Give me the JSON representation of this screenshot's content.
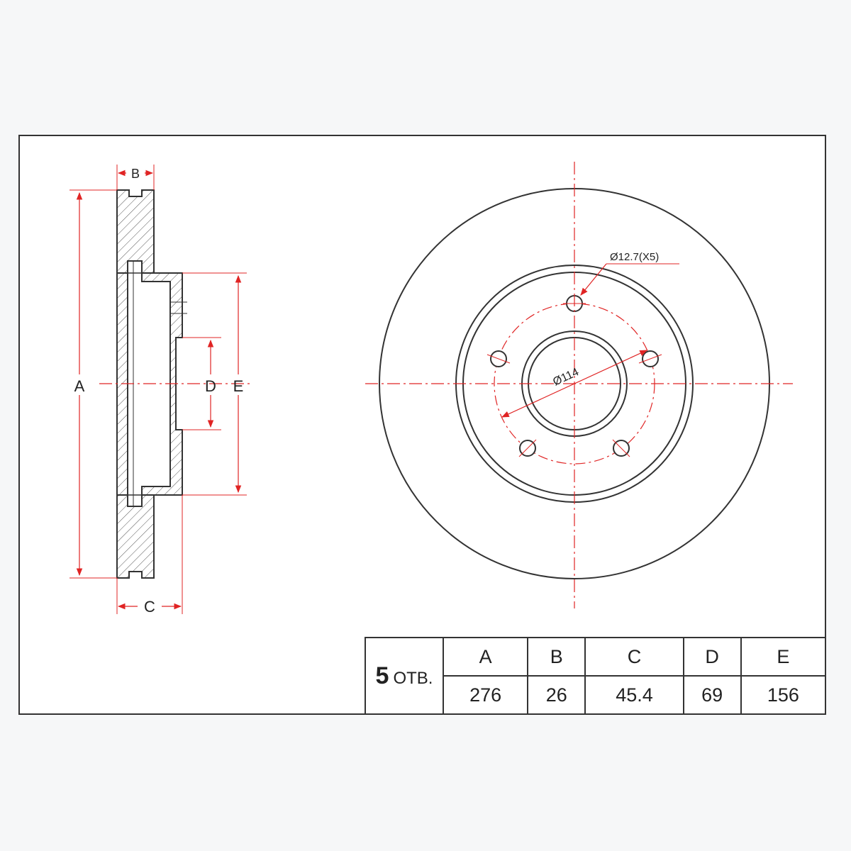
{
  "drawing": {
    "side_view_labels": {
      "a": "A",
      "b": "B",
      "c": "C",
      "d": "D",
      "e": "E"
    },
    "front_view_labels": {
      "bolt_hole": "Ø12.7(X5)",
      "pcd": "Ø114"
    },
    "colors": {
      "line": "#333333",
      "dimension": "#e02424"
    }
  },
  "spec_table": {
    "holes_count": "5",
    "holes_suffix": "ОТВ.",
    "headers": [
      "A",
      "B",
      "C",
      "D",
      "E"
    ],
    "values": [
      "276",
      "26",
      "45.4",
      "69",
      "156"
    ]
  }
}
